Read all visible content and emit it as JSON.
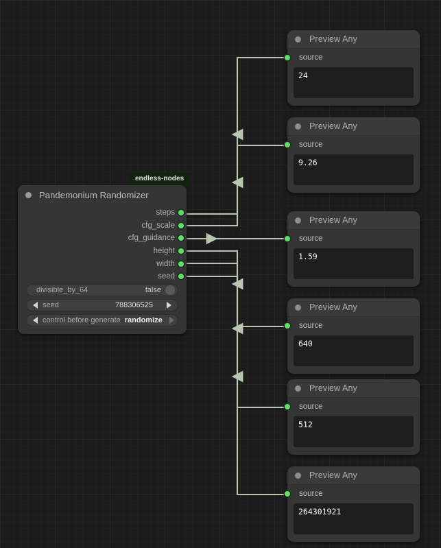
{
  "canvas": {
    "background_color": "#1c1c1c",
    "grid": true,
    "wire_color": "#b7c7b0",
    "slot_color": "#5fe06a"
  },
  "randomizer_node": {
    "package_badge": "endless-nodes",
    "title": "Pandemonium Randomizer",
    "collapse_icon": "circle-collapse-icon",
    "outputs": [
      {
        "label": "steps"
      },
      {
        "label": "cfg_scale"
      },
      {
        "label": "cfg_guidance"
      },
      {
        "label": "height"
      },
      {
        "label": "width"
      },
      {
        "label": "seed"
      }
    ],
    "widgets": [
      {
        "name": "divisible_by_64",
        "value": "false",
        "type": "toggle"
      },
      {
        "name": "seed",
        "value": "788306525",
        "type": "stepper"
      },
      {
        "name": "control before generate",
        "value": "randomize",
        "type": "stepper"
      }
    ]
  },
  "preview_nodes": [
    {
      "title": "Preview Any",
      "input_label": "source",
      "value": "24"
    },
    {
      "title": "Preview Any",
      "input_label": "source",
      "value": "9.26"
    },
    {
      "title": "Preview Any",
      "input_label": "source",
      "value": "1.59"
    },
    {
      "title": "Preview Any",
      "input_label": "source",
      "value": "640"
    },
    {
      "title": "Preview Any",
      "input_label": "source",
      "value": "512"
    },
    {
      "title": "Preview Any",
      "input_label": "source",
      "value": "264301921"
    }
  ]
}
